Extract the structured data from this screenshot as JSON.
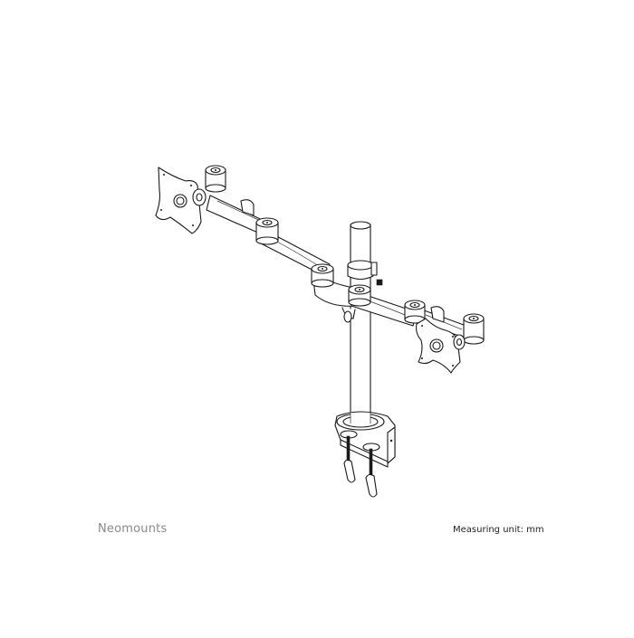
{
  "footer": {
    "brand": "Neomounts",
    "measuring_unit": "Measuring unit: mm"
  },
  "drawing": {
    "subject": "dual-monitor-desk-mount-line-drawing",
    "components": [
      "pole",
      "desk-clamp",
      "left-arm",
      "right-arm",
      "left-vesa-plate",
      "right-vesa-plate",
      "clamp-screws"
    ]
  },
  "colors": {
    "background": "#ffffff",
    "line": "#1a1a1a",
    "brand_text": "#8a8a8a",
    "unit_text": "#222222"
  }
}
